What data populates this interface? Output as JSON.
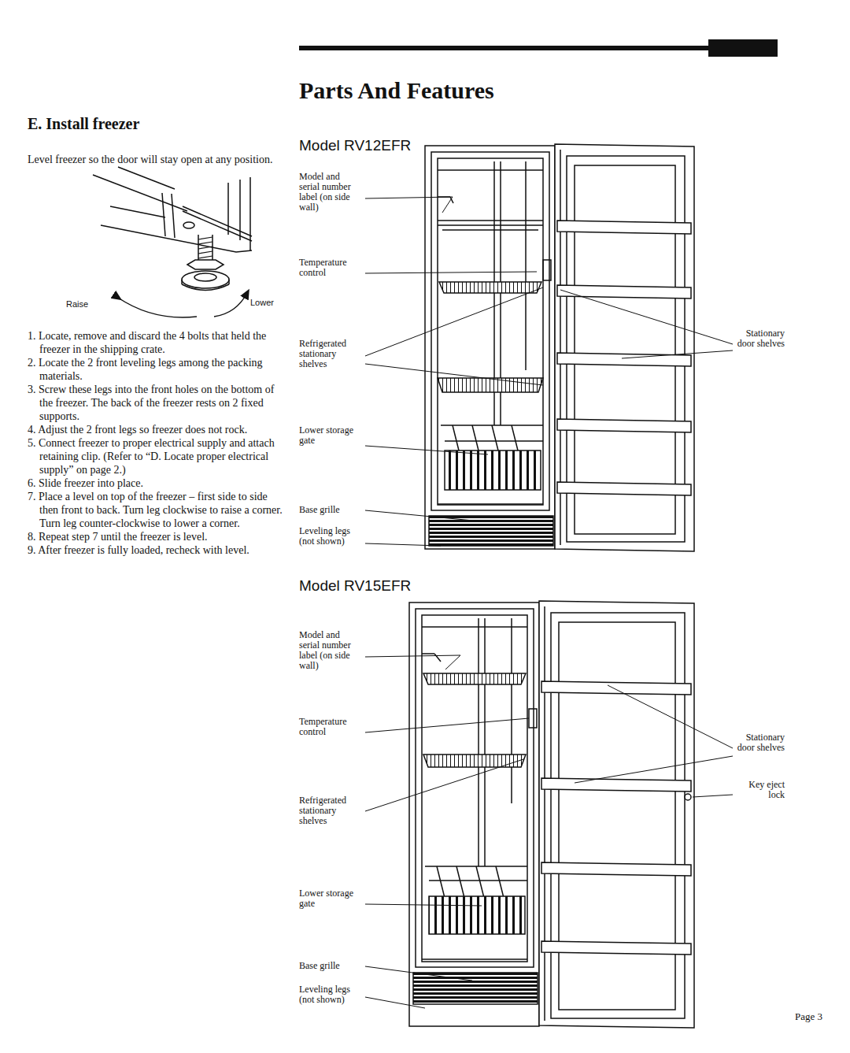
{
  "diagram": {
    "title": "Parts And Features",
    "labels": [
      "E. Install freezer",
      "Model RV12EFR",
      "Level freezer so the door will stay open at any position.",
      "Raise",
      "Lower",
      "1. Locate, remove and discard the 4 bolts that held the freezer in the shipping crate.",
      "2. Locate the 2 front leveling legs among the packing materials.",
      "3. Screw these legs into the front holes on the bottom of the freezer. The back of the freezer rests on 2 fixed supports.",
      "4. Adjust the 2 front legs so freezer does not rock.",
      "5. Connect freezer to proper electrical supply and attach retaining clip. (Refer to “D. Locate proper electrical supply” on page 2.)",
      "6. Slide freezer into place.",
      "7. Place a level on top of the freezer – first side to side then front to back. Turn leg clockwise to raise a corner. Turn leg counter-clockwise to lower a corner.",
      "8. Repeat step 7 until the freezer is level.",
      "9. After freezer is fully loaded, recheck with level.",
      "Model and serial number label (on side wall)",
      "Temperature control",
      "Refrigerated stationary shelves",
      "Stationary door shelves",
      "Lower storage gate",
      "Base grille",
      "Leveling legs (not shown)",
      "Model RV15EFR",
      "Model and serial number label (on side wall)",
      "Temperature control",
      "Stationary door shelves",
      "Key eject lock",
      "Refrigerated stationary shelves",
      "Lower storage gate",
      "Base grille",
      "Leveling legs (not shown)",
      "Page 3"
    ]
  }
}
